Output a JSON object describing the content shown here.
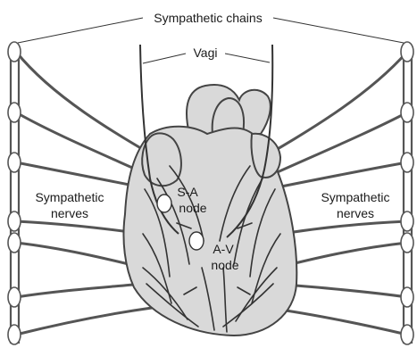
{
  "labels": {
    "sympathetic_chains": "Sympathetic chains",
    "vagi": "Vagi",
    "sympathetic_nerves_left": [
      "Sympathetic",
      "nerves"
    ],
    "sympathetic_nerves_right": [
      "Sympathetic",
      "nerves"
    ],
    "sa_node": [
      "S-A",
      "node"
    ],
    "av_node": [
      "A-V",
      "node"
    ]
  },
  "colors": {
    "heart_fill": "#d9d9d9",
    "nerve": "#555555",
    "outline": "#444444",
    "background": "#ffffff"
  },
  "structures": {
    "ganglia_per_chain": 7
  }
}
